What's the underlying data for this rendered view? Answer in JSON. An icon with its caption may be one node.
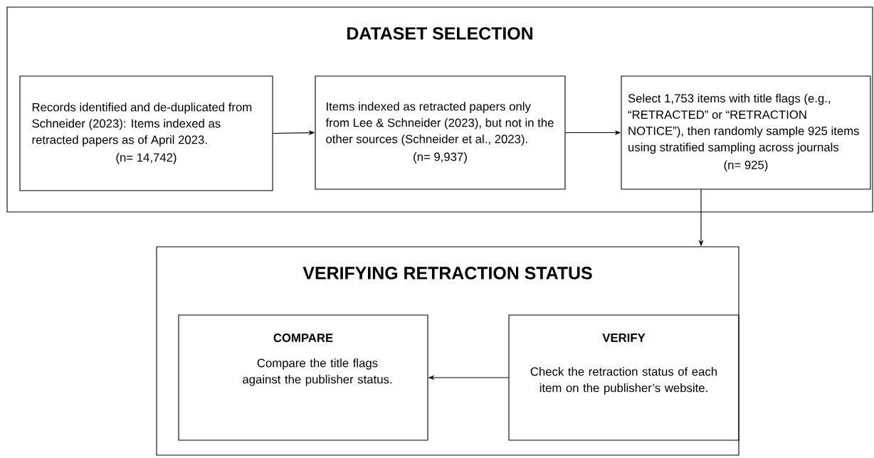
{
  "diagram": {
    "nodes": [
      {
        "text": [
          "DATASET SELECTION"
        ]
      },
      {
        "text": [
          "Records identified and de-duplicated from Schneider (2023): Items indexed as retracted papers as of April 2023.",
          "(n= 14,742)"
        ],
        "in": 0
      },
      {
        "text": [
          "Items indexed as retracted papers only from Lee & Schneider (2023), but not in the other sources (Schneider et al., 2023).",
          "(n= 9,937)"
        ],
        "in": 0
      },
      {
        "text": [
          "Select 1,753 items with title flags (e.g., “RETRACTED” or “RETRACTION NOTICE”), then randomly sample 925 items using stratified sampling across journals",
          "(n= 925)"
        ],
        "in": 0
      },
      {
        "text": [
          "VERIFYING RETRACTION STATUS"
        ]
      },
      {
        "text": [
          "COMPARE",
          "Compare the title flags against the publisher status."
        ],
        "in": 4
      },
      {
        "text": [
          "VERIFY",
          "Check the retraction status of each item on the publisher’s website."
        ],
        "in": 4
      }
    ],
    "edges": [
      {
        "from": 1,
        "to": 2,
        "arrow": "to"
      },
      {
        "from": 2,
        "to": 3,
        "arrow": "to"
      },
      {
        "from": 3,
        "to": 4,
        "arrow": "to"
      },
      {
        "from": 6,
        "to": 5,
        "arrow": "to"
      }
    ]
  }
}
